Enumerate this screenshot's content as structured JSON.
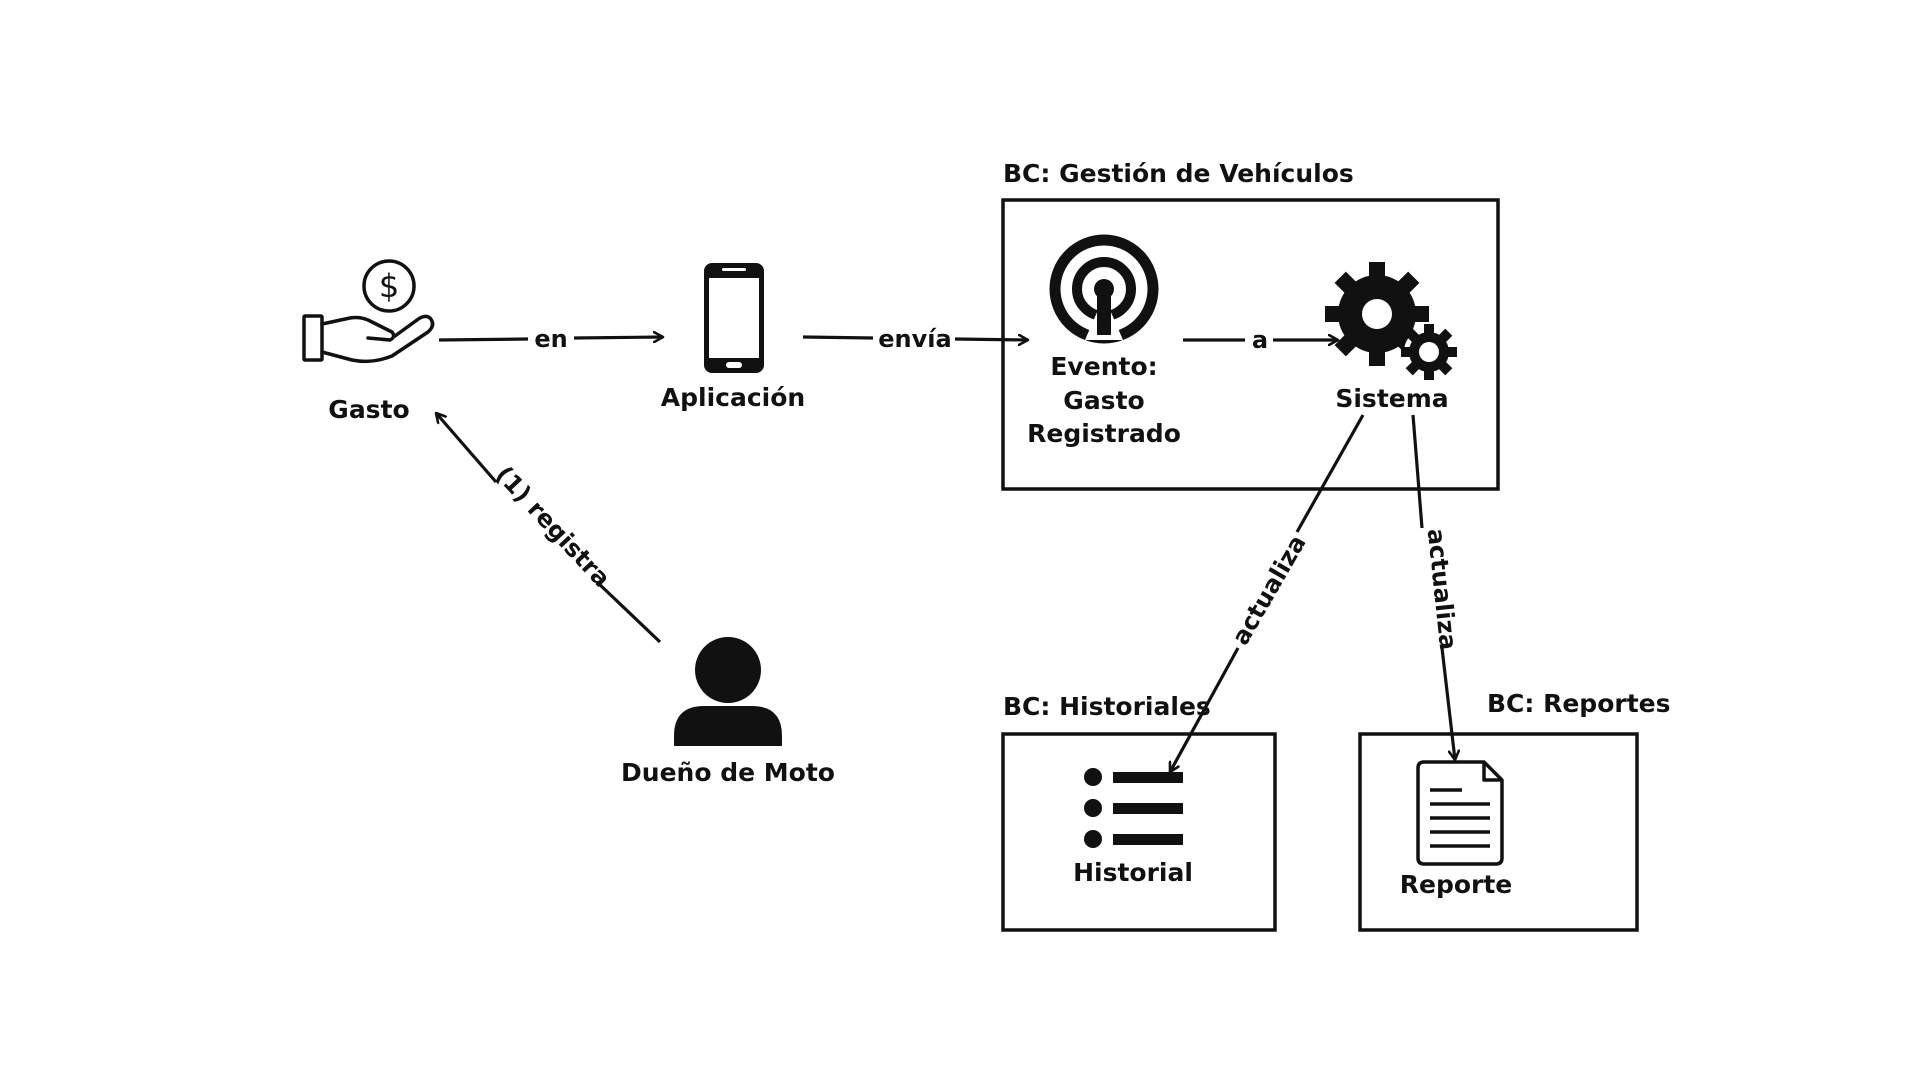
{
  "nodes": {
    "gasto": "Gasto",
    "aplicacion": "Aplicación",
    "evento": [
      "Evento:",
      "Gasto",
      "Registrado"
    ],
    "sistema": "Sistema",
    "dueno": "Dueño de Moto",
    "historial": "Historial",
    "reporte": "Reporte"
  },
  "contexts": {
    "vehiculos": "BC: Gestión de Vehículos",
    "historiales": "BC: Historiales",
    "reportes": "BC: Reportes"
  },
  "edges": {
    "en": "en",
    "envia": "envía",
    "a": "a",
    "registra": "(1) registra",
    "actualiza_historial": "actualiza",
    "actualiza_reporte": "actualiza"
  },
  "icons": {
    "gasto": "hand-money-icon",
    "aplicacion": "smartphone-icon",
    "evento": "broadcast-signal-icon",
    "sistema": "gears-icon",
    "dueno": "user-icon",
    "historial": "bullet-list-icon",
    "reporte": "document-icon"
  },
  "colors": {
    "ink": "#111111",
    "background": "#ffffff"
  }
}
